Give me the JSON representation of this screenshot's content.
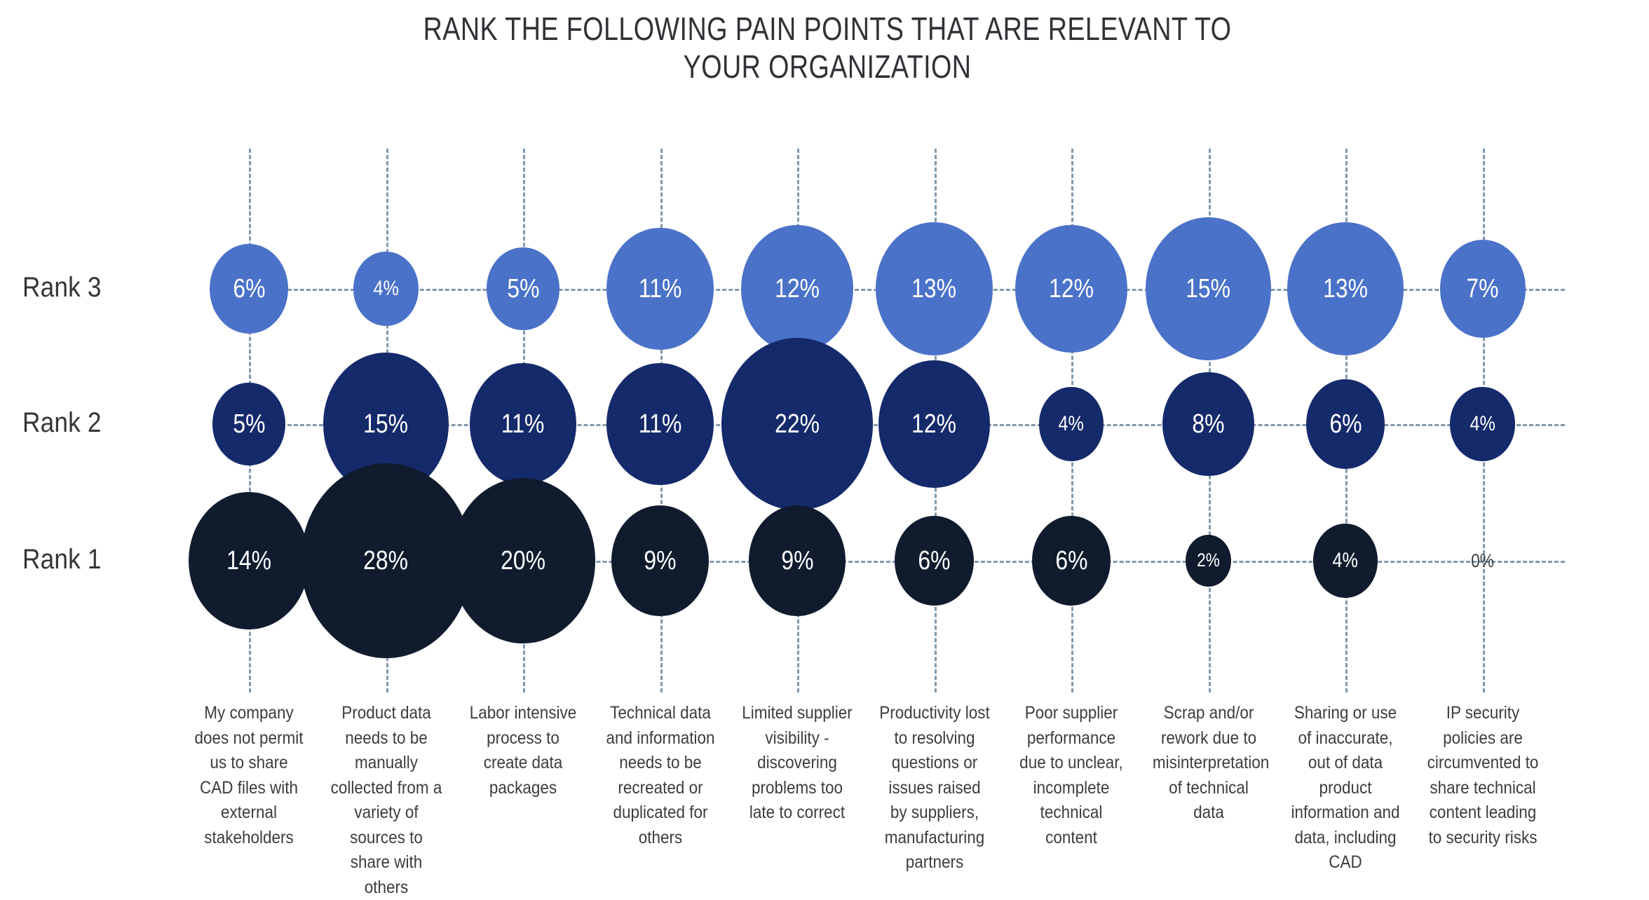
{
  "chart_data": {
    "type": "bubble",
    "title": "RANK THE FOLLOWING PAIN POINTS THAT ARE RELEVANT TO\nYOUR ORGANIZATION",
    "xlabel": "",
    "ylabel": "",
    "grid": true,
    "legend": "none",
    "value_suffix": "%",
    "rows": [
      "Rank 3",
      "Rank 2",
      "Rank 1"
    ],
    "row_colors": [
      "#4a72c8",
      "#152a6b",
      "#111b2e"
    ],
    "grid_color": "#7c93a8",
    "categories": [
      "My company does not permit us to share CAD files with external stakeholders",
      "Product data needs to be manually collected from a variety of sources to share with others",
      "Labor intensive process to create data packages",
      "Technical data and information needs to be recreated or duplicated for others",
      "Limited supplier visibility - discovering problems too late to correct",
      "Productivity lost to resolving questions or issues raised by suppliers, manufacturing partners",
      "Poor supplier performance due to unclear, incomplete technical content",
      "Scrap and/or rework due to misinterpretation of technical data",
      "Sharing or use of inaccurate, out of data product information and data, including CAD",
      "IP security policies are circumvented to share technical content leading to security risks"
    ],
    "series": [
      {
        "name": "Rank 3",
        "color": "#4a72c8",
        "values": [
          6,
          4,
          5,
          11,
          12,
          13,
          12,
          15,
          13,
          7
        ]
      },
      {
        "name": "Rank 2",
        "color": "#152a6b",
        "values": [
          5,
          15,
          11,
          11,
          22,
          12,
          4,
          8,
          6,
          4
        ]
      },
      {
        "name": "Rank 1",
        "color": "#111b2e",
        "values": [
          14,
          28,
          20,
          9,
          9,
          6,
          6,
          2,
          4,
          0
        ]
      }
    ],
    "labels": {
      "rank3": [
        "6%",
        "4%",
        "5%",
        "11%",
        "12%",
        "13%",
        "12%",
        "15%",
        "13%",
        "7%"
      ],
      "rank2": [
        "5%",
        "15%",
        "11%",
        "11%",
        "22%",
        "12%",
        "4%",
        "8%",
        "6%",
        "4%"
      ],
      "rank1": [
        "14%",
        "28%",
        "20%",
        "9%",
        "9%",
        "6%",
        "6%",
        "2%",
        "4%",
        "0%"
      ]
    }
  }
}
